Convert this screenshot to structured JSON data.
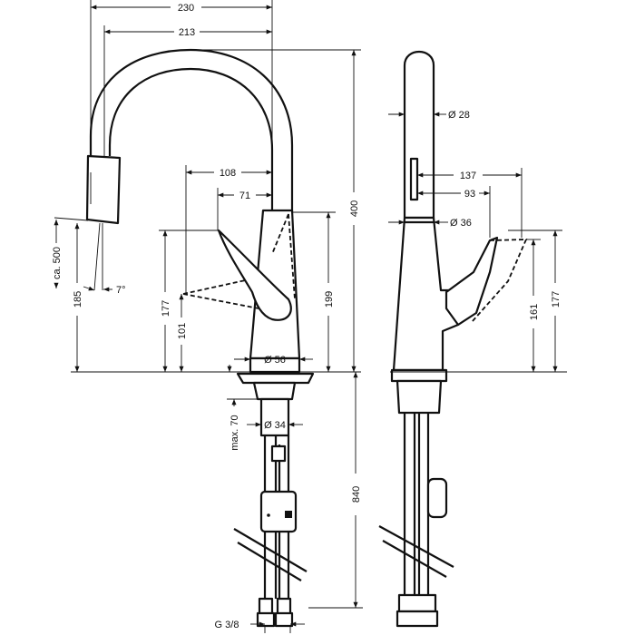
{
  "title": "Kitchen faucet with pull-out spray - dimension drawing",
  "front_view": {
    "dims": {
      "width_total": "230",
      "width_spout": "213",
      "reach_handle": "108",
      "handle_offset": "71",
      "height_total": "400",
      "height_body": "199",
      "height_handle": "177",
      "height_handle_min": "101",
      "spout_outlet_height": "185",
      "hose_pull_length": "ca. 500",
      "spray_angle": "7°",
      "base_diameter": "Ø 56",
      "pipe_length": "840",
      "max_deck_thickness": "max. 70",
      "shank_diameter": "Ø 34",
      "connection_thread": "G 3/8"
    }
  },
  "side_view": {
    "dims": {
      "spout_diameter": "Ø 28",
      "handle_reach": "137",
      "handle_reach_min": "93",
      "body_diameter": "Ø 36",
      "handle_height": "161",
      "handle_height_max": "177"
    }
  }
}
